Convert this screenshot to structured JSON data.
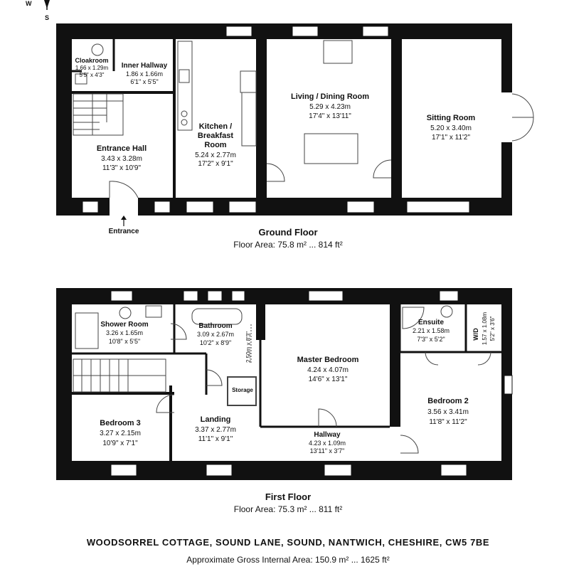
{
  "compass": {
    "w": "W",
    "s": "S"
  },
  "ground_floor": {
    "title": "Ground Floor",
    "area": "Floor Area: 75.8 m² ... 814 ft²",
    "entrance_label": "Entrance",
    "rooms": {
      "cloakroom": {
        "name": "Cloakroom",
        "m": "1.66 x 1.29m",
        "ft": "5'5\" x 4'3\""
      },
      "inner_hallway": {
        "name": "Inner Hallway",
        "m": "1.86 x 1.66m",
        "ft": "6'1\" x 5'5\""
      },
      "kitchen": {
        "name1": "Kitchen /",
        "name2": "Breakfast",
        "name3": "Room",
        "m": "5.24 x 2.77m",
        "ft": "17'2\" x 9'1\""
      },
      "living": {
        "name": "Living / Dining Room",
        "m": "5.29 x 4.23m",
        "ft": "17'4\" x 13'11\""
      },
      "sitting": {
        "name": "Sitting Room",
        "m": "5.20 x 3.40m",
        "ft": "17'1\" x 11'2\""
      },
      "entrance_hall": {
        "name": "Entrance Hall",
        "m": "3.43 x 3.28m",
        "ft": "11'3\" x 10'9\""
      }
    }
  },
  "first_floor": {
    "title": "First Floor",
    "area": "Floor Area: 75.3 m² ... 811 ft²",
    "rooms": {
      "shower": {
        "name": "Shower Room",
        "m": "3.26 x 1.65m",
        "ft": "10'8\" x 5'5\""
      },
      "bathroom": {
        "name": "Bathroom",
        "m": "3.09 x 2.67m",
        "ft": "10'2\" x 8'9\""
      },
      "vertical_dim": "2.50m x 8'3\"",
      "storage": "Storage",
      "master": {
        "name": "Master Bedroom",
        "m": "4.24 x 4.07m",
        "ft": "14'6\" x 13'1\""
      },
      "ensuite": {
        "name": "Ensuite",
        "m": "2.21 x 1.58m",
        "ft": "7'3\" x 5'2\""
      },
      "wd": {
        "name": "W/D",
        "m": "1.57 x 1.08m",
        "ft": "5'2\" x 3'6\""
      },
      "bedroom2": {
        "name": "Bedroom 2",
        "m": "3.56 x 3.41m",
        "ft": "11'8\" x 11'2\""
      },
      "bedroom3": {
        "name": "Bedroom 3",
        "m": "3.27 x 2.15m",
        "ft": "10'9\" x 7'1\""
      },
      "landing": {
        "name": "Landing",
        "m": "3.37 x 2.77m",
        "ft": "11'1\" x 9'1\""
      },
      "hallway": {
        "name": "Hallway",
        "m": "4.23 x 1.09m",
        "ft": "13'11\" x 3'7\""
      }
    }
  },
  "footer": {
    "address": "WOODSORREL COTTAGE, SOUND LANE, SOUND, NANTWICH, CHESHIRE, CW5 7BE",
    "gross_area": "Approximate Gross Internal Area: 150.9 m² ... 1625 ft²"
  }
}
